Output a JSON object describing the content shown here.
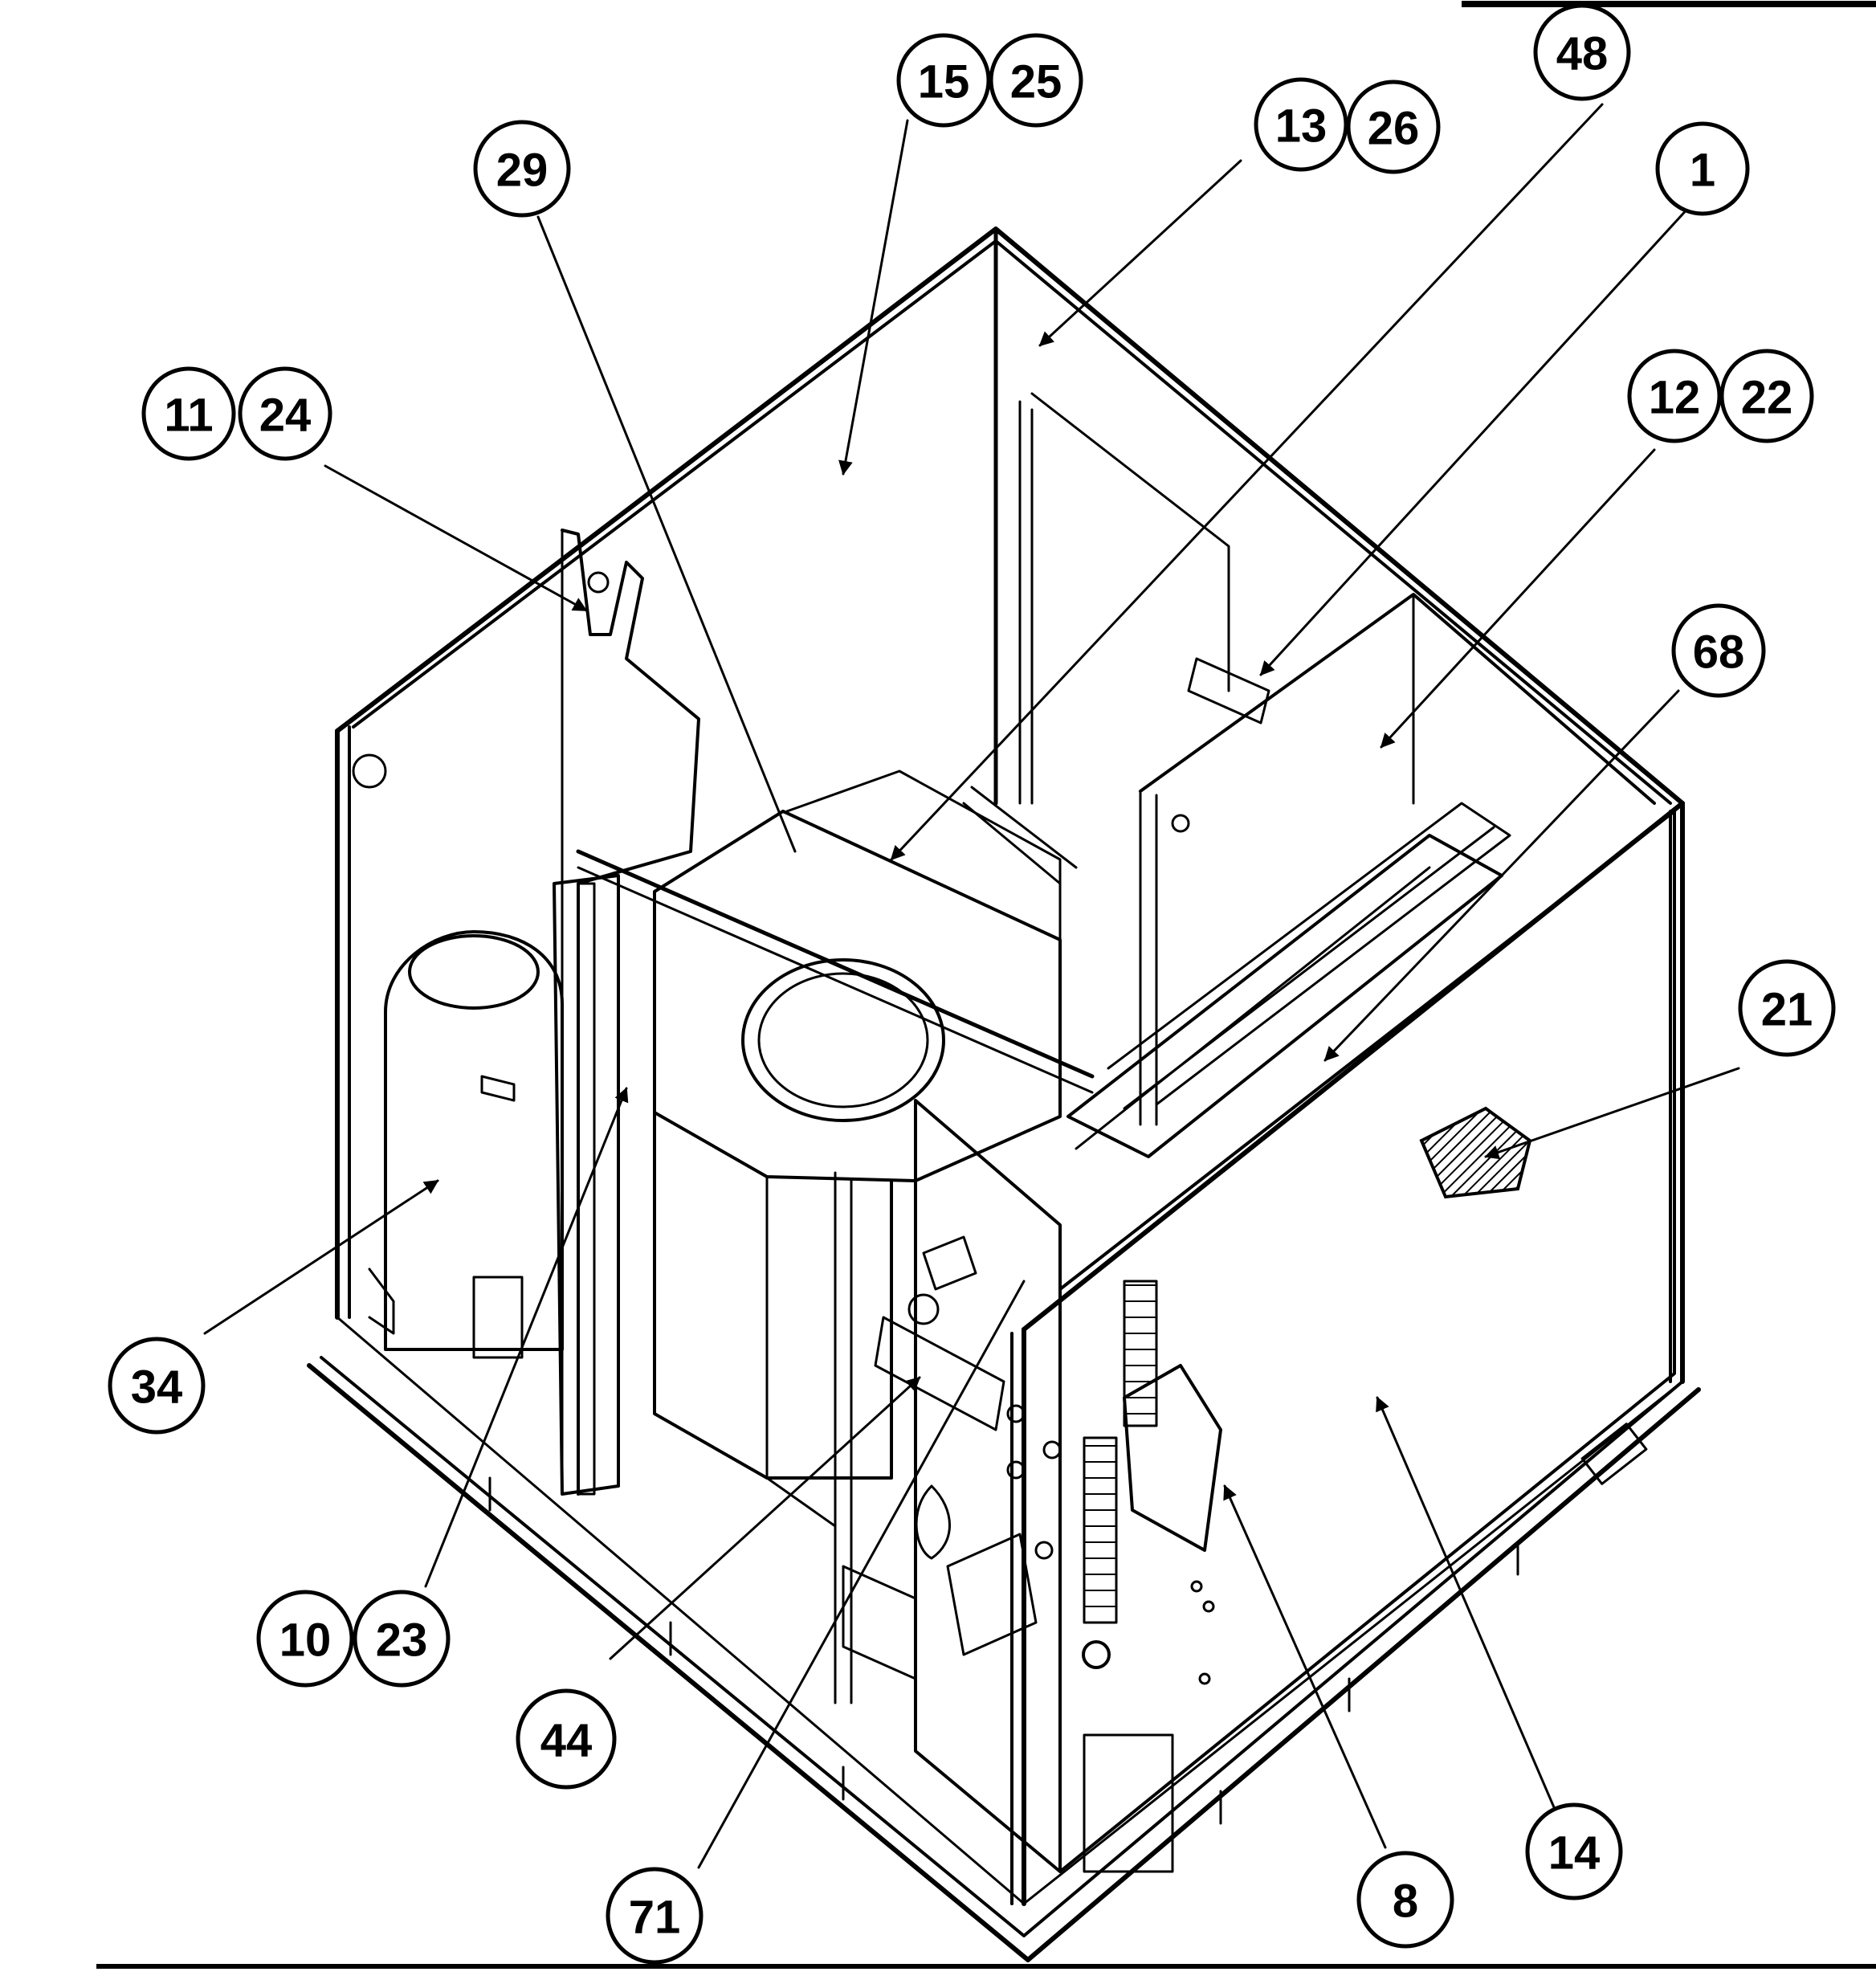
{
  "callouts": [
    {
      "id": "c15",
      "label": "15"
    },
    {
      "id": "c25",
      "label": "25"
    },
    {
      "id": "c48",
      "label": "48"
    },
    {
      "id": "c13",
      "label": "13"
    },
    {
      "id": "c26",
      "label": "26"
    },
    {
      "id": "c29",
      "label": "29"
    },
    {
      "id": "c1",
      "label": "1"
    },
    {
      "id": "c11",
      "label": "11"
    },
    {
      "id": "c24",
      "label": "24"
    },
    {
      "id": "c12",
      "label": "12"
    },
    {
      "id": "c22",
      "label": "22"
    },
    {
      "id": "c68",
      "label": "68"
    },
    {
      "id": "c21",
      "label": "21"
    },
    {
      "id": "c34",
      "label": "34"
    },
    {
      "id": "c10",
      "label": "10"
    },
    {
      "id": "c23",
      "label": "23"
    },
    {
      "id": "c44",
      "label": "44"
    },
    {
      "id": "c71",
      "label": "71"
    },
    {
      "id": "c8",
      "label": "8"
    },
    {
      "id": "c14",
      "label": "14"
    }
  ]
}
